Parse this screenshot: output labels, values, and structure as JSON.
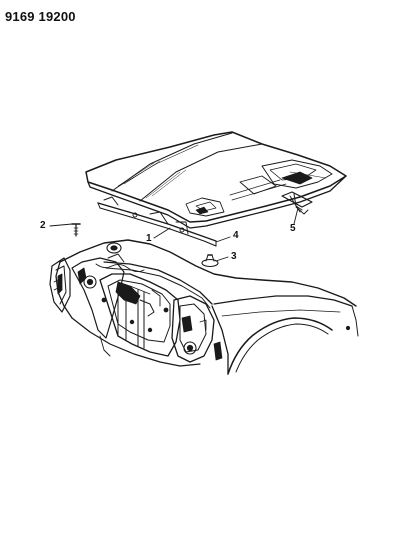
{
  "header": {
    "doc_number": "9169 19200"
  },
  "callouts": [
    {
      "id": "1",
      "label": "1"
    },
    {
      "id": "2",
      "label": "2"
    },
    {
      "id": "3",
      "label": "3"
    },
    {
      "id": "4",
      "label": "4"
    },
    {
      "id": "5",
      "label": "5"
    }
  ],
  "colors": {
    "line": "#1a1a1a",
    "background": "#ffffff"
  }
}
